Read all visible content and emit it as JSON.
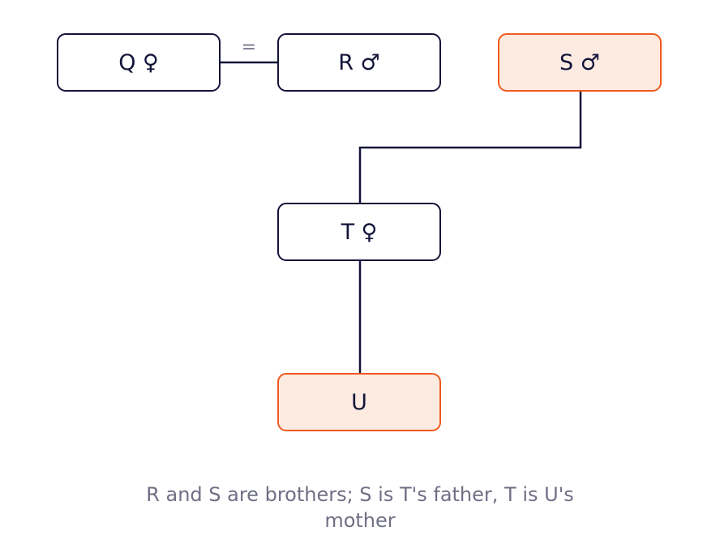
{
  "nodes": {
    "q": {
      "label": "Q ♀"
    },
    "r": {
      "label": "R ♂"
    },
    "s": {
      "label": "S ♂"
    },
    "t": {
      "label": "T ♀"
    },
    "u": {
      "label": "U"
    }
  },
  "marriage_symbol": "=",
  "caption": "R and S are brothers; S is T's father, T is U's mother",
  "colors": {
    "node_border": "#14143a",
    "highlight_border": "#f05a1e",
    "highlight_fill": "#fdebe2",
    "caption_text": "#6f6f85"
  }
}
